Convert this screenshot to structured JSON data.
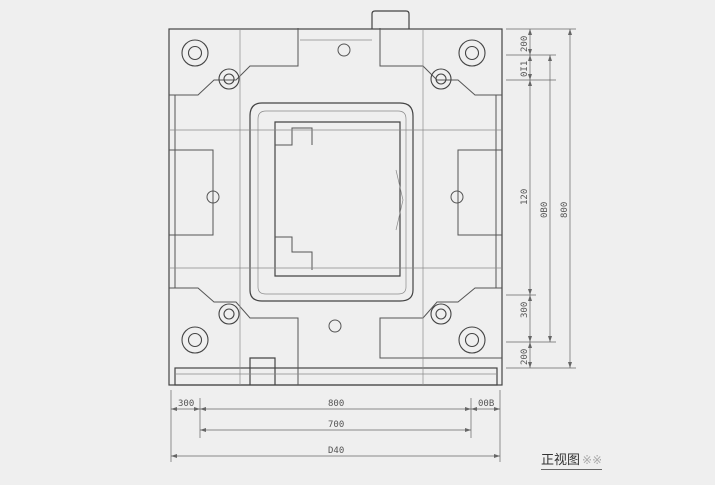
{
  "colors": {
    "background": "#efefef",
    "line": "#444444",
    "thin_line": "#8a8a8a",
    "dimension": "#666666"
  },
  "dimensions": {
    "bottom": {
      "left_offset": "300",
      "middle": "800",
      "right_offset": "00B",
      "inner": "700",
      "overall": "D40"
    },
    "right": {
      "top": "200",
      "upper_second": "0I1",
      "middle": "120",
      "lower_second": "300",
      "bottom": "200",
      "inner_total": "0B0",
      "overall": "800"
    }
  },
  "title": {
    "main": "正视图",
    "sub": "※※"
  }
}
